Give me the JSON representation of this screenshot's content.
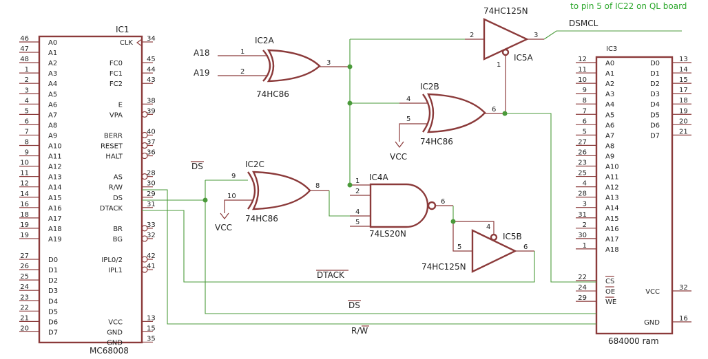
{
  "annotation": "to pin 5 of IC22 on QL board",
  "ic1": {
    "ref": "IC1",
    "part": "MC68008",
    "left_pins": [
      {
        "num": "46",
        "name": "A0"
      },
      {
        "num": "47",
        "name": "A1"
      },
      {
        "num": "48",
        "name": "A2"
      },
      {
        "num": "1",
        "name": "A3"
      },
      {
        "num": "2",
        "name": "A4"
      },
      {
        "num": "3",
        "name": "A5"
      },
      {
        "num": "4",
        "name": "A6"
      },
      {
        "num": "5",
        "name": "A7"
      },
      {
        "num": "6",
        "name": "A8"
      },
      {
        "num": "7",
        "name": "A9"
      },
      {
        "num": "8",
        "name": "A10"
      },
      {
        "num": "9",
        "name": "A11"
      },
      {
        "num": "10",
        "name": "A12"
      },
      {
        "num": "11",
        "name": "A13"
      },
      {
        "num": "12",
        "name": "A14"
      },
      {
        "num": "14",
        "name": "A15"
      },
      {
        "num": "16",
        "name": "A16"
      },
      {
        "num": "18",
        "name": "A17"
      },
      {
        "num": "19",
        "name": "A18"
      },
      {
        "num": "19",
        "name": "A19"
      },
      {
        "num": "27",
        "name": "D0"
      },
      {
        "num": "26",
        "name": "D1"
      },
      {
        "num": "25",
        "name": "D2"
      },
      {
        "num": "24",
        "name": "D3"
      },
      {
        "num": "23",
        "name": "D4"
      },
      {
        "num": "22",
        "name": "D5"
      },
      {
        "num": "21",
        "name": "D6"
      },
      {
        "num": "20",
        "name": "D7"
      }
    ],
    "right_pins": [
      {
        "num": "34",
        "name": "CLK"
      },
      {
        "num": "45",
        "name": "FC0"
      },
      {
        "num": "44",
        "name": "FC1"
      },
      {
        "num": "43",
        "name": "FC2"
      },
      {
        "num": "38",
        "name": "E"
      },
      {
        "num": "39",
        "name": "VPA"
      },
      {
        "num": "40",
        "name": "BERR"
      },
      {
        "num": "37",
        "name": "RESET"
      },
      {
        "num": "36",
        "name": "HALT"
      },
      {
        "num": "28",
        "name": "AS"
      },
      {
        "num": "30",
        "name": "R/W"
      },
      {
        "num": "29",
        "name": "DS"
      },
      {
        "num": "31",
        "name": "DTACK"
      },
      {
        "num": "33",
        "name": "BR"
      },
      {
        "num": "32",
        "name": "BG"
      },
      {
        "num": "42",
        "name": "IPL0/2"
      },
      {
        "num": "41",
        "name": "IPL1"
      },
      {
        "num": "13",
        "name": "VCC"
      },
      {
        "num": "15",
        "name": "GND"
      },
      {
        "num": "35",
        "name": "GND"
      }
    ]
  },
  "ic3": {
    "ref": "IC3",
    "part": "684000 ram",
    "left_pins": [
      {
        "num": "12",
        "name": "A0"
      },
      {
        "num": "11",
        "name": "A1"
      },
      {
        "num": "10",
        "name": "A2"
      },
      {
        "num": "9",
        "name": "A3"
      },
      {
        "num": "8",
        "name": "A4"
      },
      {
        "num": "7",
        "name": "A5"
      },
      {
        "num": "6",
        "name": "A6"
      },
      {
        "num": "5",
        "name": "A7"
      },
      {
        "num": "27",
        "name": "A8"
      },
      {
        "num": "26",
        "name": "A9"
      },
      {
        "num": "23",
        "name": "A10"
      },
      {
        "num": "25",
        "name": "A11"
      },
      {
        "num": "4",
        "name": "A12"
      },
      {
        "num": "28",
        "name": "A13"
      },
      {
        "num": "3",
        "name": "A14"
      },
      {
        "num": "31",
        "name": "A15"
      },
      {
        "num": "2",
        "name": "A16"
      },
      {
        "num": "30",
        "name": "A17"
      },
      {
        "num": "1",
        "name": "A18"
      },
      {
        "num": "22",
        "name": "CS"
      },
      {
        "num": "24",
        "name": "OE"
      },
      {
        "num": "29",
        "name": "WE"
      }
    ],
    "right_pins": [
      {
        "num": "13",
        "name": "D0"
      },
      {
        "num": "14",
        "name": "D1"
      },
      {
        "num": "15",
        "name": "D2"
      },
      {
        "num": "17",
        "name": "D3"
      },
      {
        "num": "18",
        "name": "D4"
      },
      {
        "num": "19",
        "name": "D5"
      },
      {
        "num": "20",
        "name": "D6"
      },
      {
        "num": "21",
        "name": "D7"
      },
      {
        "num": "32",
        "name": "VCC"
      },
      {
        "num": "16",
        "name": "GND"
      }
    ]
  },
  "gates": {
    "ic2a": {
      "ref": "IC2A",
      "part": "74HC86",
      "in1": "1",
      "in2": "2",
      "out": "3"
    },
    "ic2b": {
      "ref": "IC2B",
      "part": "74HC86",
      "in1": "4",
      "in2": "5",
      "out": "6"
    },
    "ic2c": {
      "ref": "IC2C",
      "part": "74HC86",
      "in1": "9",
      "in2": "10",
      "out": "8"
    },
    "ic4a": {
      "ref": "IC4A",
      "part": "74LS20N",
      "in1": "1",
      "in2": "2",
      "in3": "4",
      "in4": "5",
      "out": "6"
    },
    "ic5a": {
      "ref": "IC5A",
      "part": "74HC125N",
      "in": "2",
      "oe": "1",
      "out": "3"
    },
    "ic5b": {
      "ref": "IC5B",
      "part": "74HC125N",
      "in": "5",
      "oe": "4",
      "out": "6"
    }
  },
  "nets": {
    "a18": "A18",
    "a19": "A19",
    "vcc": "VCC",
    "ds": "DS",
    "dtack": "DTACK",
    "rw": "R/W",
    "dsmcl": "DSMCL"
  }
}
